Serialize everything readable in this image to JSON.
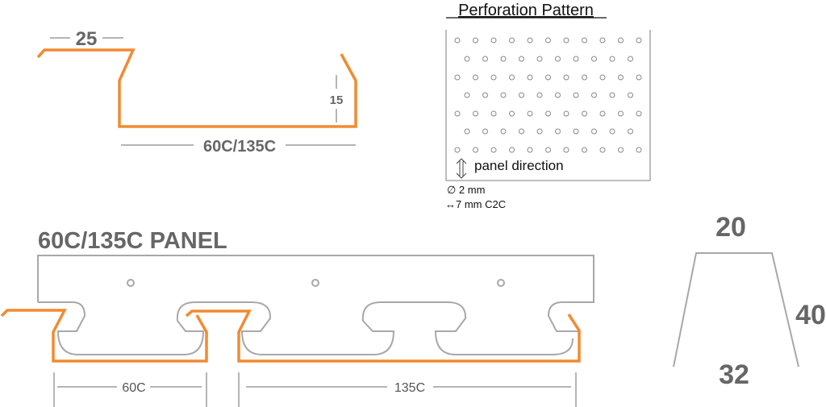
{
  "top_profile": {
    "top_width_label": "25",
    "height_label": "15",
    "base_label": "60C/135C"
  },
  "perforation": {
    "title": "Perforation Pattern",
    "direction_label": "panel direction",
    "diameter_label": "∅ 2 mm",
    "spacing_label": "↔7 mm C2C"
  },
  "panel": {
    "title": "60C/135C PANEL",
    "dim_left": "60C",
    "dim_right": "135C"
  },
  "trapezoid": {
    "top_label": "20",
    "height_label": "40",
    "bottom_label": "32"
  },
  "colors": {
    "profile": "#f28a30",
    "outline": "#a8a8a8",
    "text": "#666666"
  }
}
